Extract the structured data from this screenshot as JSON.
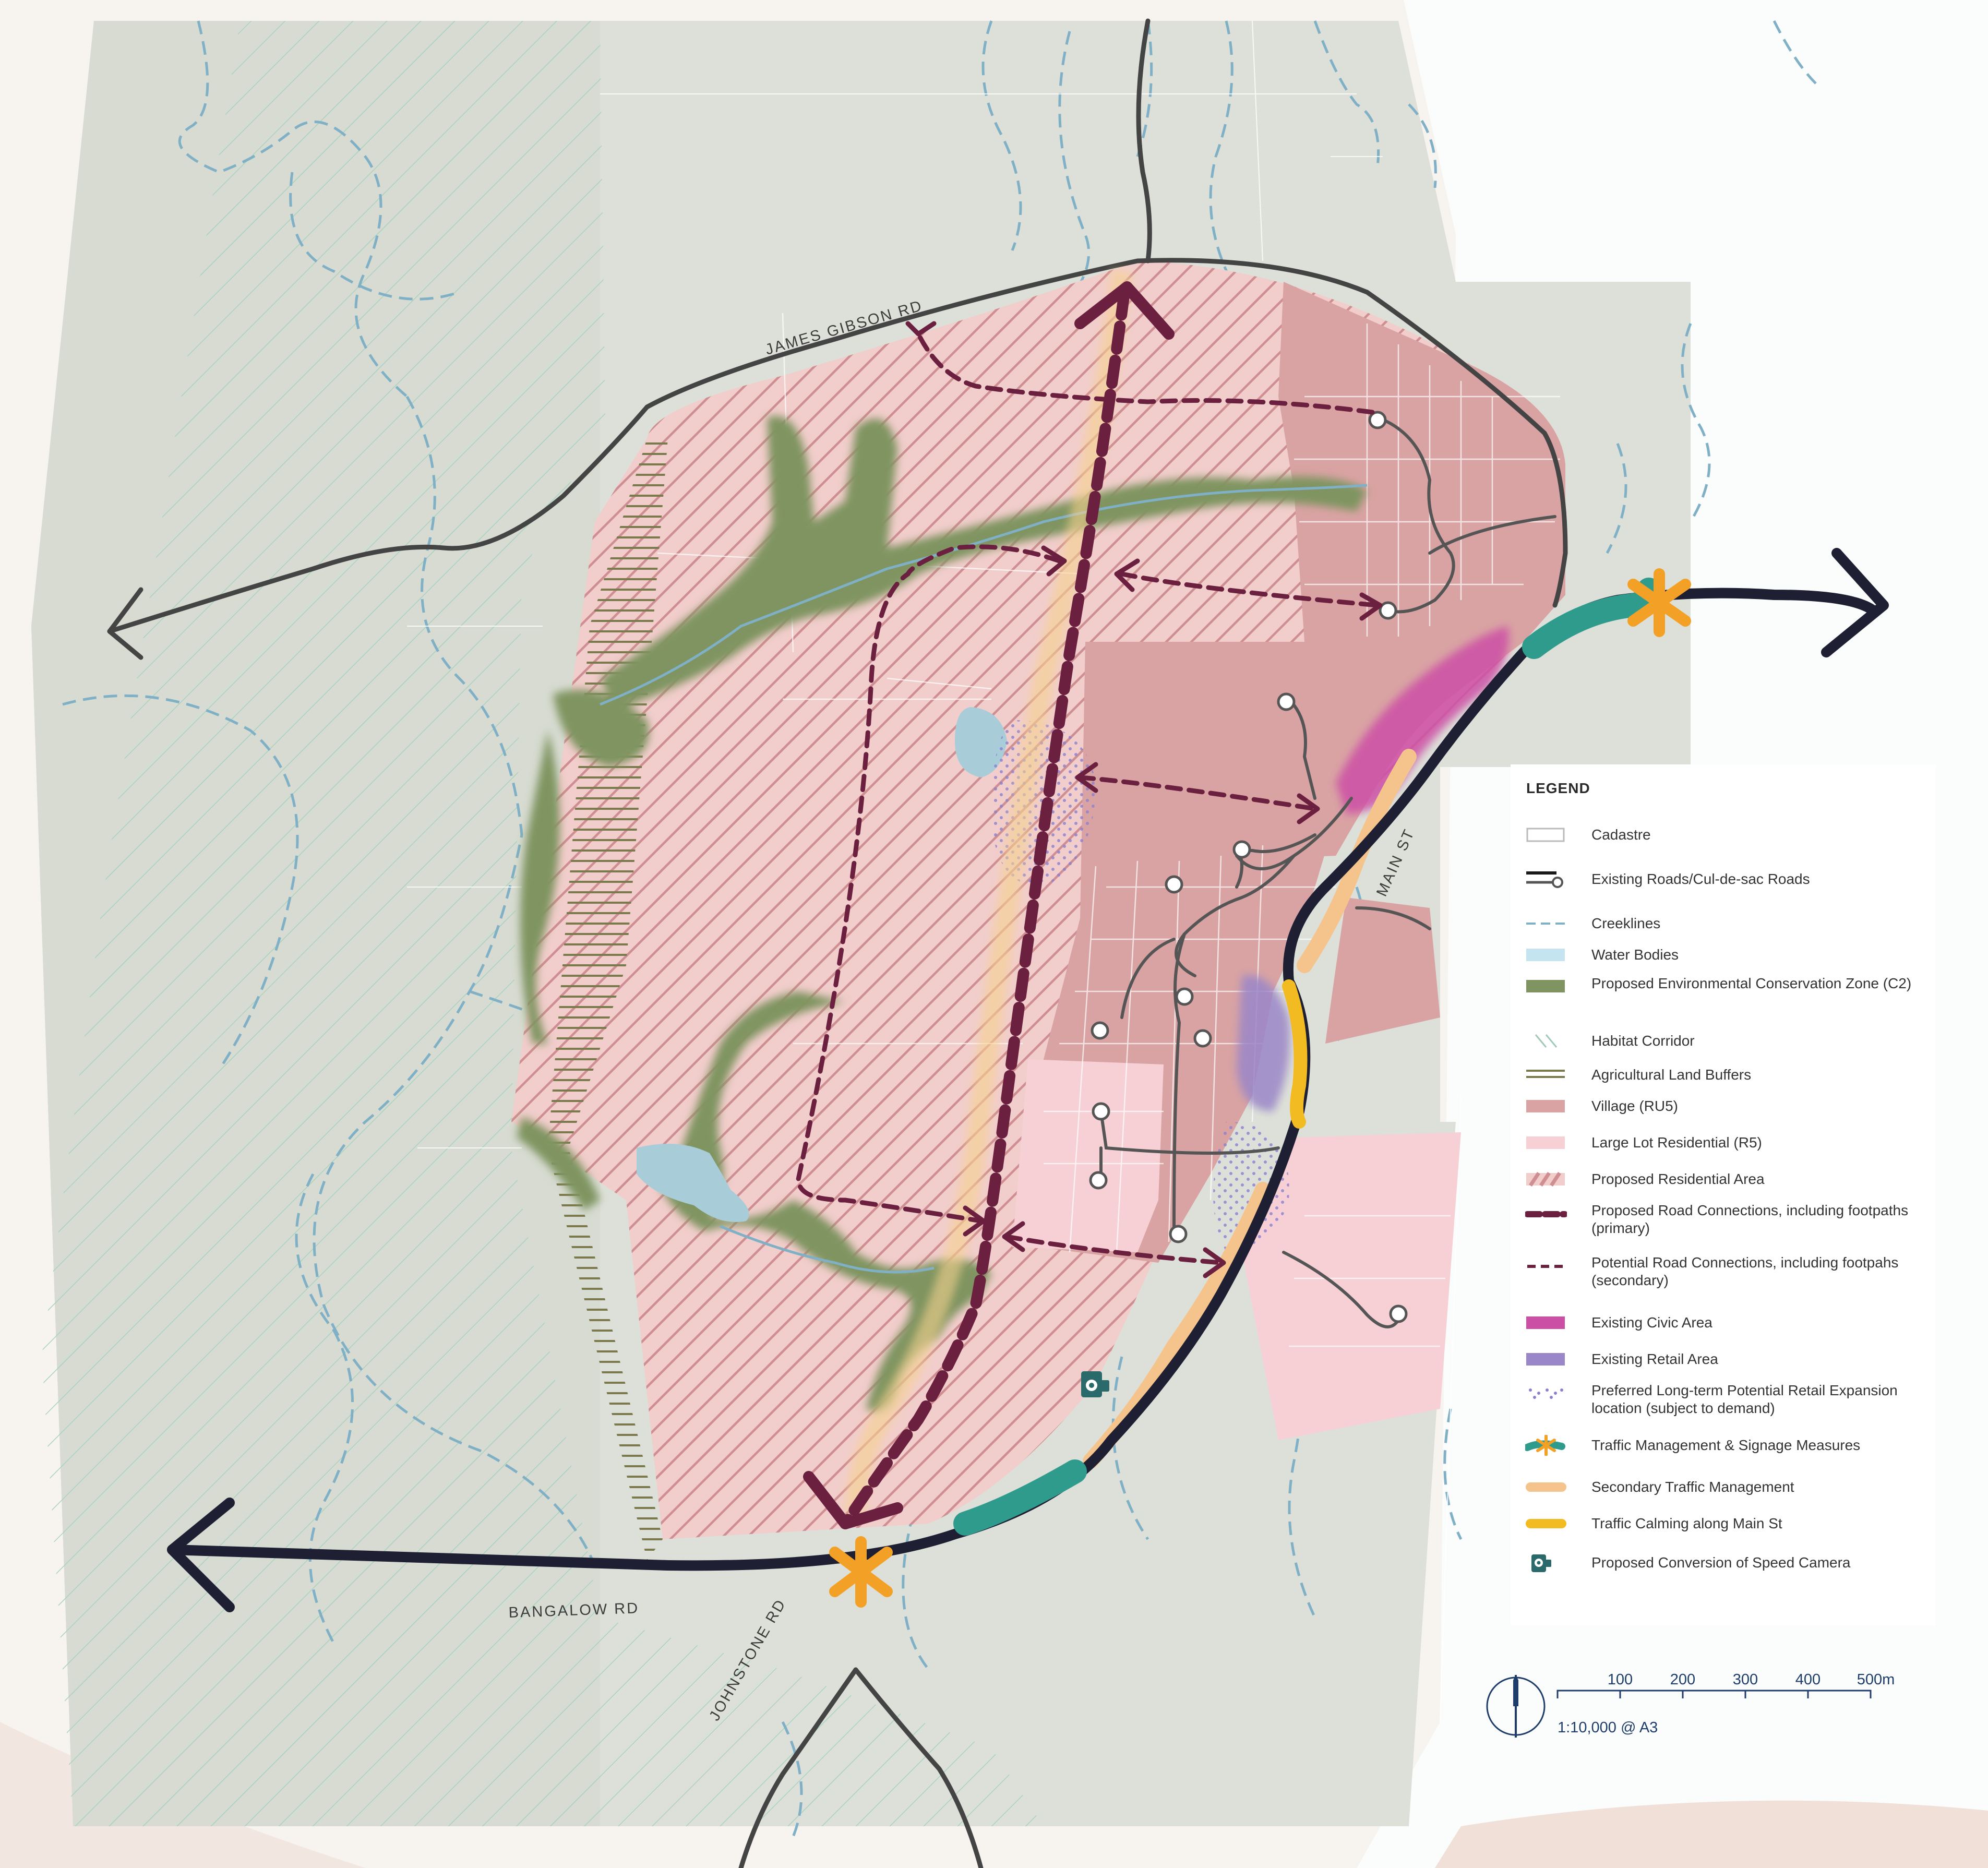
{
  "road_labels": {
    "james_gibson": "JAMES GIBSON RD",
    "main_st": "MAIN ST",
    "bangalow": "BANGALOW RD",
    "johnstone": "JOHNSTONE RD"
  },
  "legend": {
    "title": "LEGEND",
    "items": [
      {
        "key": "cadastre",
        "label": "Cadastre"
      },
      {
        "key": "roads",
        "label": "Existing Roads/Cul-de-sac Roads"
      },
      {
        "key": "creeks",
        "label": "Creeklines"
      },
      {
        "key": "water",
        "label": "Water Bodies"
      },
      {
        "key": "conservation",
        "label": "Proposed Environmental Conservation Zone (C2)"
      },
      {
        "key": "habitat",
        "label": "Habitat Corridor"
      },
      {
        "key": "agri",
        "label": "Agricultural Land Buffers"
      },
      {
        "key": "village",
        "label": "Village (RU5)"
      },
      {
        "key": "large_lot",
        "label": "Large Lot Residential (R5)"
      },
      {
        "key": "proposed_res",
        "label": "Proposed Residential Area"
      },
      {
        "key": "primary_road",
        "label": "Proposed Road Connections, including footpaths (primary)"
      },
      {
        "key": "secondary_road",
        "label": "Potential Road Connections, including footpahs (secondary)"
      },
      {
        "key": "civic",
        "label": "Existing Civic Area"
      },
      {
        "key": "retail",
        "label": "Existing Retail Area"
      },
      {
        "key": "retail_expansion",
        "label": "Preferred Long-term Potential Retail Expansion location (subject to demand)"
      },
      {
        "key": "traffic_mgmt",
        "label": "Traffic Management & Signage Measures"
      },
      {
        "key": "secondary_traffic",
        "label": "Secondary Traffic Management"
      },
      {
        "key": "calming",
        "label": "Traffic Calming along Main St"
      },
      {
        "key": "speed_camera",
        "label": "Proposed Conversion of Speed Camera"
      }
    ]
  },
  "scale": {
    "ticks": [
      "100",
      "200",
      "300",
      "400",
      "500m"
    ],
    "ratio": "1:10,000 @ A3"
  },
  "colors": {
    "village": "#d9a3a3",
    "large_lot": "#f6d0d5",
    "proposed_res_hatch": "#cf8f92",
    "conservation": "#7f9460",
    "water": "#a8cdd9",
    "creek": "#7fb0c6",
    "habitat": "#9fcab8",
    "agri": "#7b7a4e",
    "primary_road": "#6b2040",
    "civic": "#cc4fa6",
    "retail": "#9a86c8",
    "traffic_teal": "#2f9b8c",
    "traffic_orange": "#f3a027",
    "secondary_traffic": "#f5c48c",
    "calming": "#f2bb22",
    "main_road": "#1f1f33",
    "road": "#444444",
    "scale": "#1e3d6b"
  },
  "icons": {
    "traffic_mgmt": "asterisk-icon",
    "speed_camera": "speed-camera-icon",
    "north_arrow": "north-arrow-icon"
  }
}
